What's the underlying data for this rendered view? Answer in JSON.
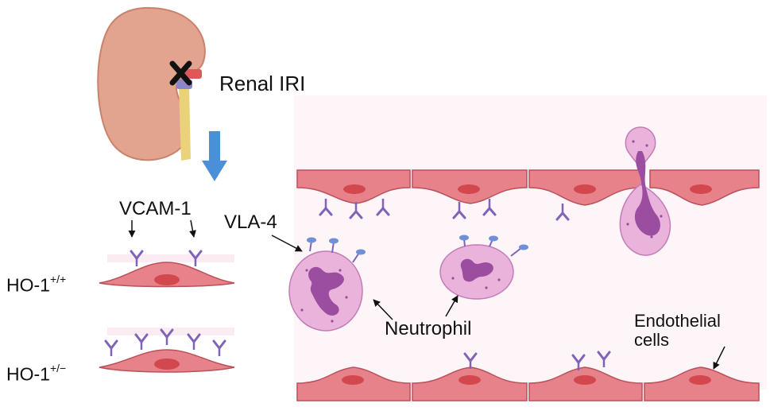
{
  "labels": {
    "renal_iri": "Renal IRI",
    "vcam1": "VCAM-1",
    "vla4": "VLA-4",
    "ho1_wt_base": "HO-1",
    "ho1_wt_sup": "+/+",
    "ho1_het_base": "HO-1",
    "ho1_het_sup": "+/−",
    "neutrophil": "Neutrophil",
    "endothelial_line1": "Endothelial",
    "endothelial_line2": "cells"
  },
  "colors": {
    "kidney": "#e2a48f",
    "kidney_dark": "#c9826c",
    "artery": "#e0575a",
    "vein": "#8a86c9",
    "ureter": "#e9d27a",
    "endothelium": "#e7828a",
    "endothelium_dark": "#b9515a",
    "nucleus": "#d3474f",
    "vcam": "#7f63b8",
    "vla4_head": "#6f8fd6",
    "neutrophil_body": "#e9b3dc",
    "neutrophil_edge": "#c57bb6",
    "neutrophil_nucleus": "#9b4da0",
    "vessel_bg": "#fbecf3",
    "flow_arrow": "#4a90d9"
  },
  "icons": {
    "kidney": "kidney-icon",
    "block": "x-mark-icon",
    "flow_arrow": "down-arrow-icon"
  }
}
